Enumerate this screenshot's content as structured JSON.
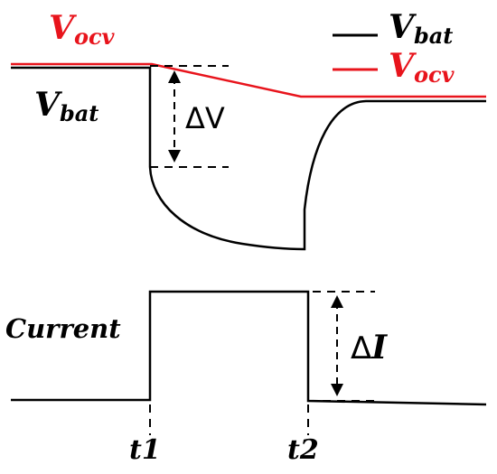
{
  "colors": {
    "vbat": "#000000",
    "vocv": "#e8141c",
    "background": "#ffffff"
  },
  "labels": {
    "vocv_left": {
      "main": "V",
      "sub": "ocv"
    },
    "vbat_left": {
      "main": "V",
      "sub": "bat"
    },
    "current": "Current",
    "delta_v": "ΔV",
    "delta_i": {
      "delta": "Δ",
      "var": "I"
    },
    "t1": "t1",
    "t2": "t2"
  },
  "legend": {
    "items": [
      {
        "key": "vbat",
        "main": "V",
        "sub": "bat",
        "color": "#000000"
      },
      {
        "key": "vocv",
        "main": "V",
        "sub": "ocv",
        "color": "#e8141c"
      }
    ]
  }
}
